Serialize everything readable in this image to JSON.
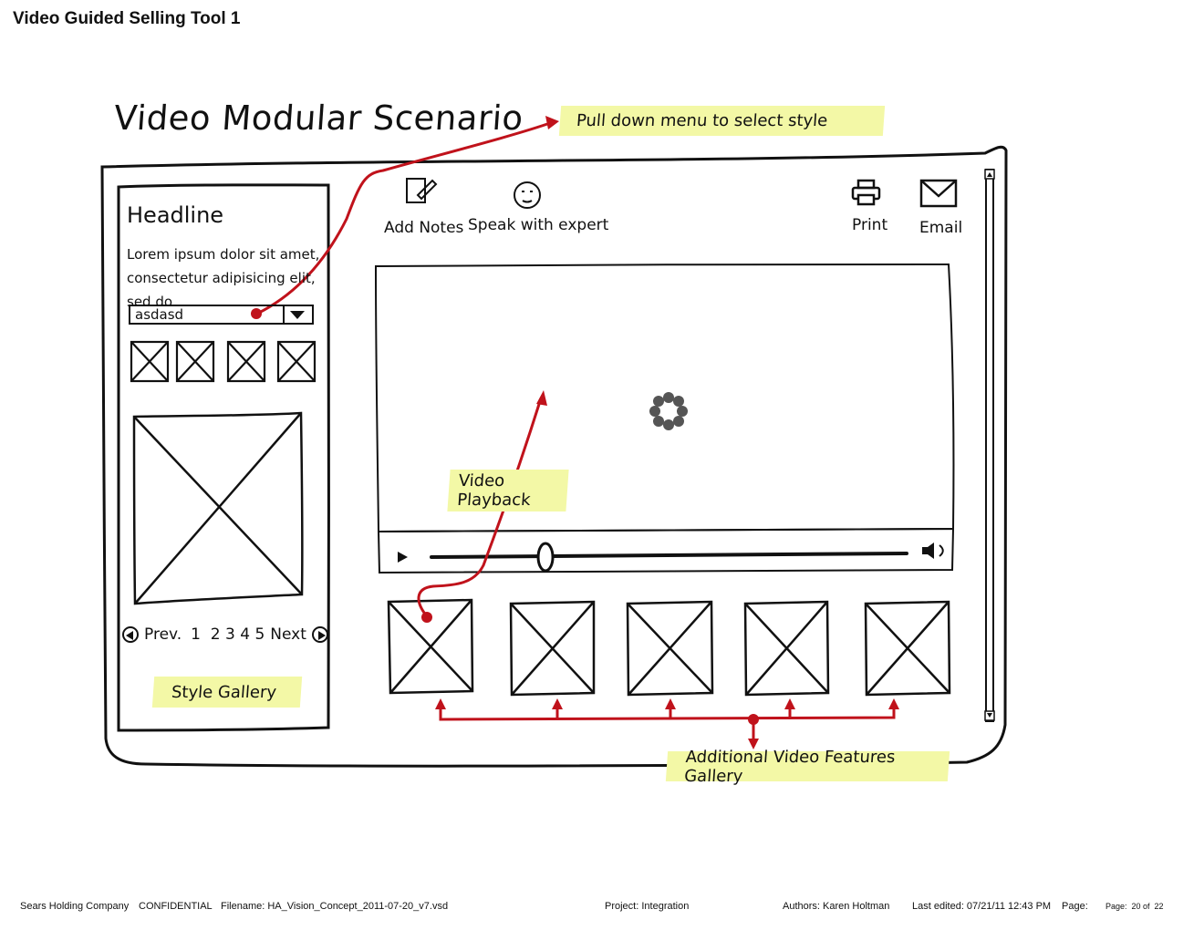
{
  "page_title": "Video Guided Selling Tool 1",
  "scenario_title": "Video Modular Scenario",
  "annotations": {
    "pulldown": "Pull down menu to select style",
    "video_playback": "Video Playback",
    "style_gallery": "Style Gallery",
    "additional_features": "Additional Video Features Gallery"
  },
  "left_panel": {
    "headline": "Headline",
    "body_line1": "Lorem ipsum dolor sit amet,",
    "body_line2": "consectetur adipisicing elit, sed do",
    "dropdown_value": "asdasd",
    "pager": {
      "prev": "Prev.",
      "pages": "1  2 3 4 5",
      "next": "Next"
    }
  },
  "toolbar": {
    "add_notes": "Add Notes",
    "speak_with_expert": "Speak with expert",
    "print": "Print",
    "email": "Email"
  },
  "video": {
    "progress": 0.24
  },
  "footer": {
    "company": "Sears Holding Company",
    "confidential": "CONFIDENTIAL",
    "filename": "Filename: HA_Vision_Concept_2011-07-20_v7.vsd",
    "project": "Project: Integration",
    "authors": "Authors: Karen Holtman",
    "last_edited": "Last edited: 07/21/11 12:43 PM",
    "page_label": "Page:",
    "page_num": "Page:  20 of  22"
  },
  "colors": {
    "annotation_bg": "#f3f8a6",
    "arrow_red": "#c0121b",
    "ink": "#111111"
  }
}
